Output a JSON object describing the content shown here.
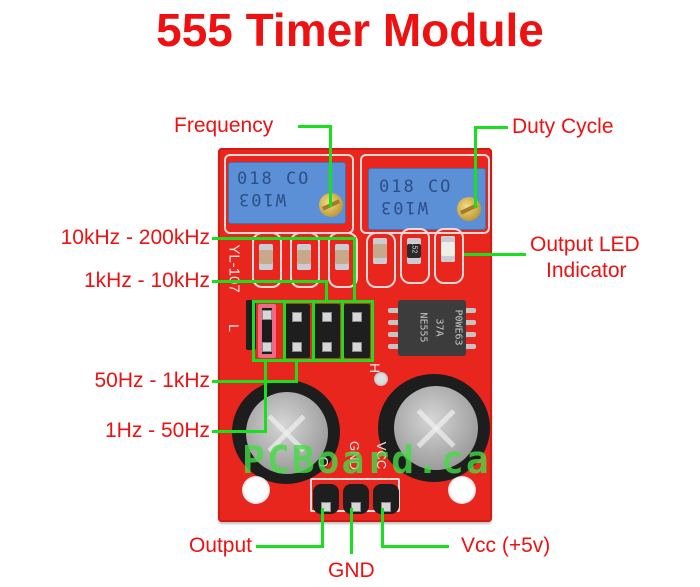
{
  "title": "555 Timer Module",
  "colors": {
    "title": "#ee1111",
    "label_text": "#ee1111",
    "leader_line": "#19e01e",
    "pcb": "#e8261e",
    "potentiometer": "#5b8fd6",
    "watermark": "#46dc46"
  },
  "labels": {
    "frequency": "Frequency",
    "duty_cycle": "Duty Cycle",
    "output_led_line1": "Output LED",
    "output_led_line2": "Indicator",
    "range_10k_200k": "10kHz - 200kHz",
    "range_1k_10k": "1kHz - 10kHz",
    "range_50_1k": "50Hz - 1kHz",
    "range_1_50": "1Hz - 50Hz",
    "pin_output": "Output",
    "pin_gnd": "GND",
    "pin_vcc": "Vcc (+5v)"
  },
  "board": {
    "model_silkscreen": "YL-107",
    "jumper_low_mark": "L",
    "jumper_high_mark": "H",
    "pot_line1": "018 CO",
    "pot_line2": "W103",
    "resistor_code": "152",
    "ic_marking": [
      "NE555",
      "37A",
      "P0WE63"
    ],
    "pin_silkscreen": [
      "O",
      "GND",
      "VCC"
    ],
    "watermark": "PCBoard.ca"
  }
}
